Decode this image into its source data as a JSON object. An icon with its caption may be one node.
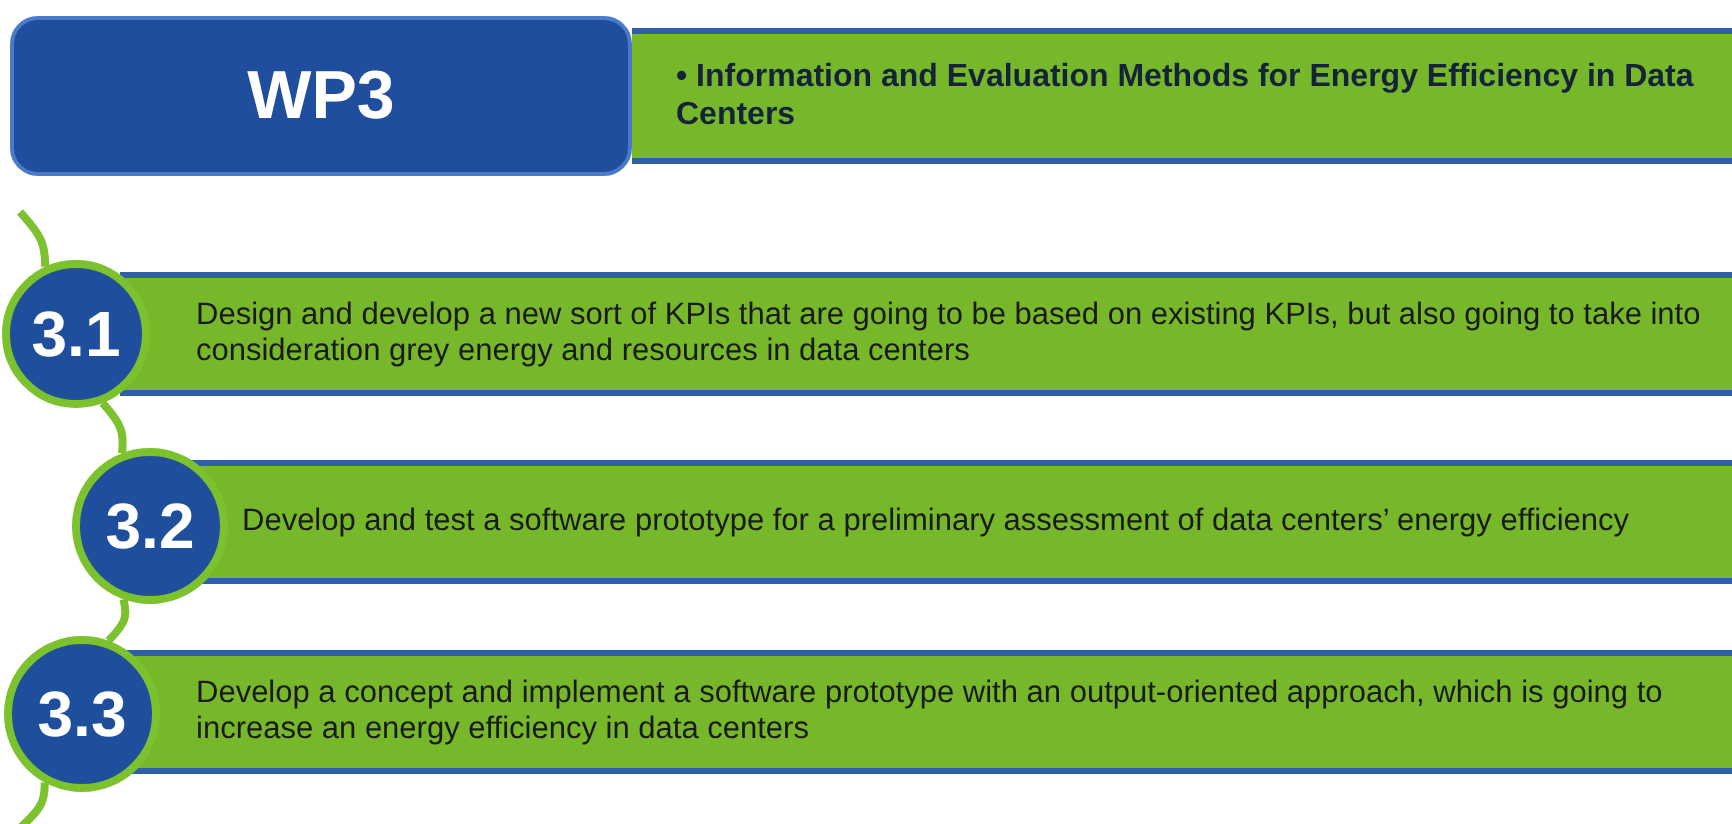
{
  "diagram": {
    "nodes": [
      {
        "text": [
          "WP3"
        ]
      },
      {
        "text": [
          "• Information and Evaluation Methods for Energy Efficiency in Data Centers"
        ]
      },
      {
        "text": [
          "3.1"
        ]
      },
      {
        "text": [
          "Design and develop a new sort of KPIs that are going to be based on existing KPIs, but also going to take into consideration grey energy and resources in data centers"
        ]
      },
      {
        "text": [
          "3.2"
        ]
      },
      {
        "text": [
          "Develop and test a software prototype for a preliminary assessment of data centers’ energy efficiency"
        ]
      },
      {
        "text": [
          "3.3"
        ]
      },
      {
        "text": [
          "Develop a concept and implement a software prototype with an output-oriented approach, which is going to increase an energy efficiency in data centers"
        ]
      }
    ],
    "edges": [
      {
        "from": null,
        "to": 2,
        "arrow": "none"
      },
      {
        "from": 2,
        "to": 4,
        "arrow": "none"
      },
      {
        "from": 4,
        "to": 6,
        "arrow": "none"
      },
      {
        "from": 6,
        "to": null,
        "arrow": "none"
      }
    ]
  }
}
